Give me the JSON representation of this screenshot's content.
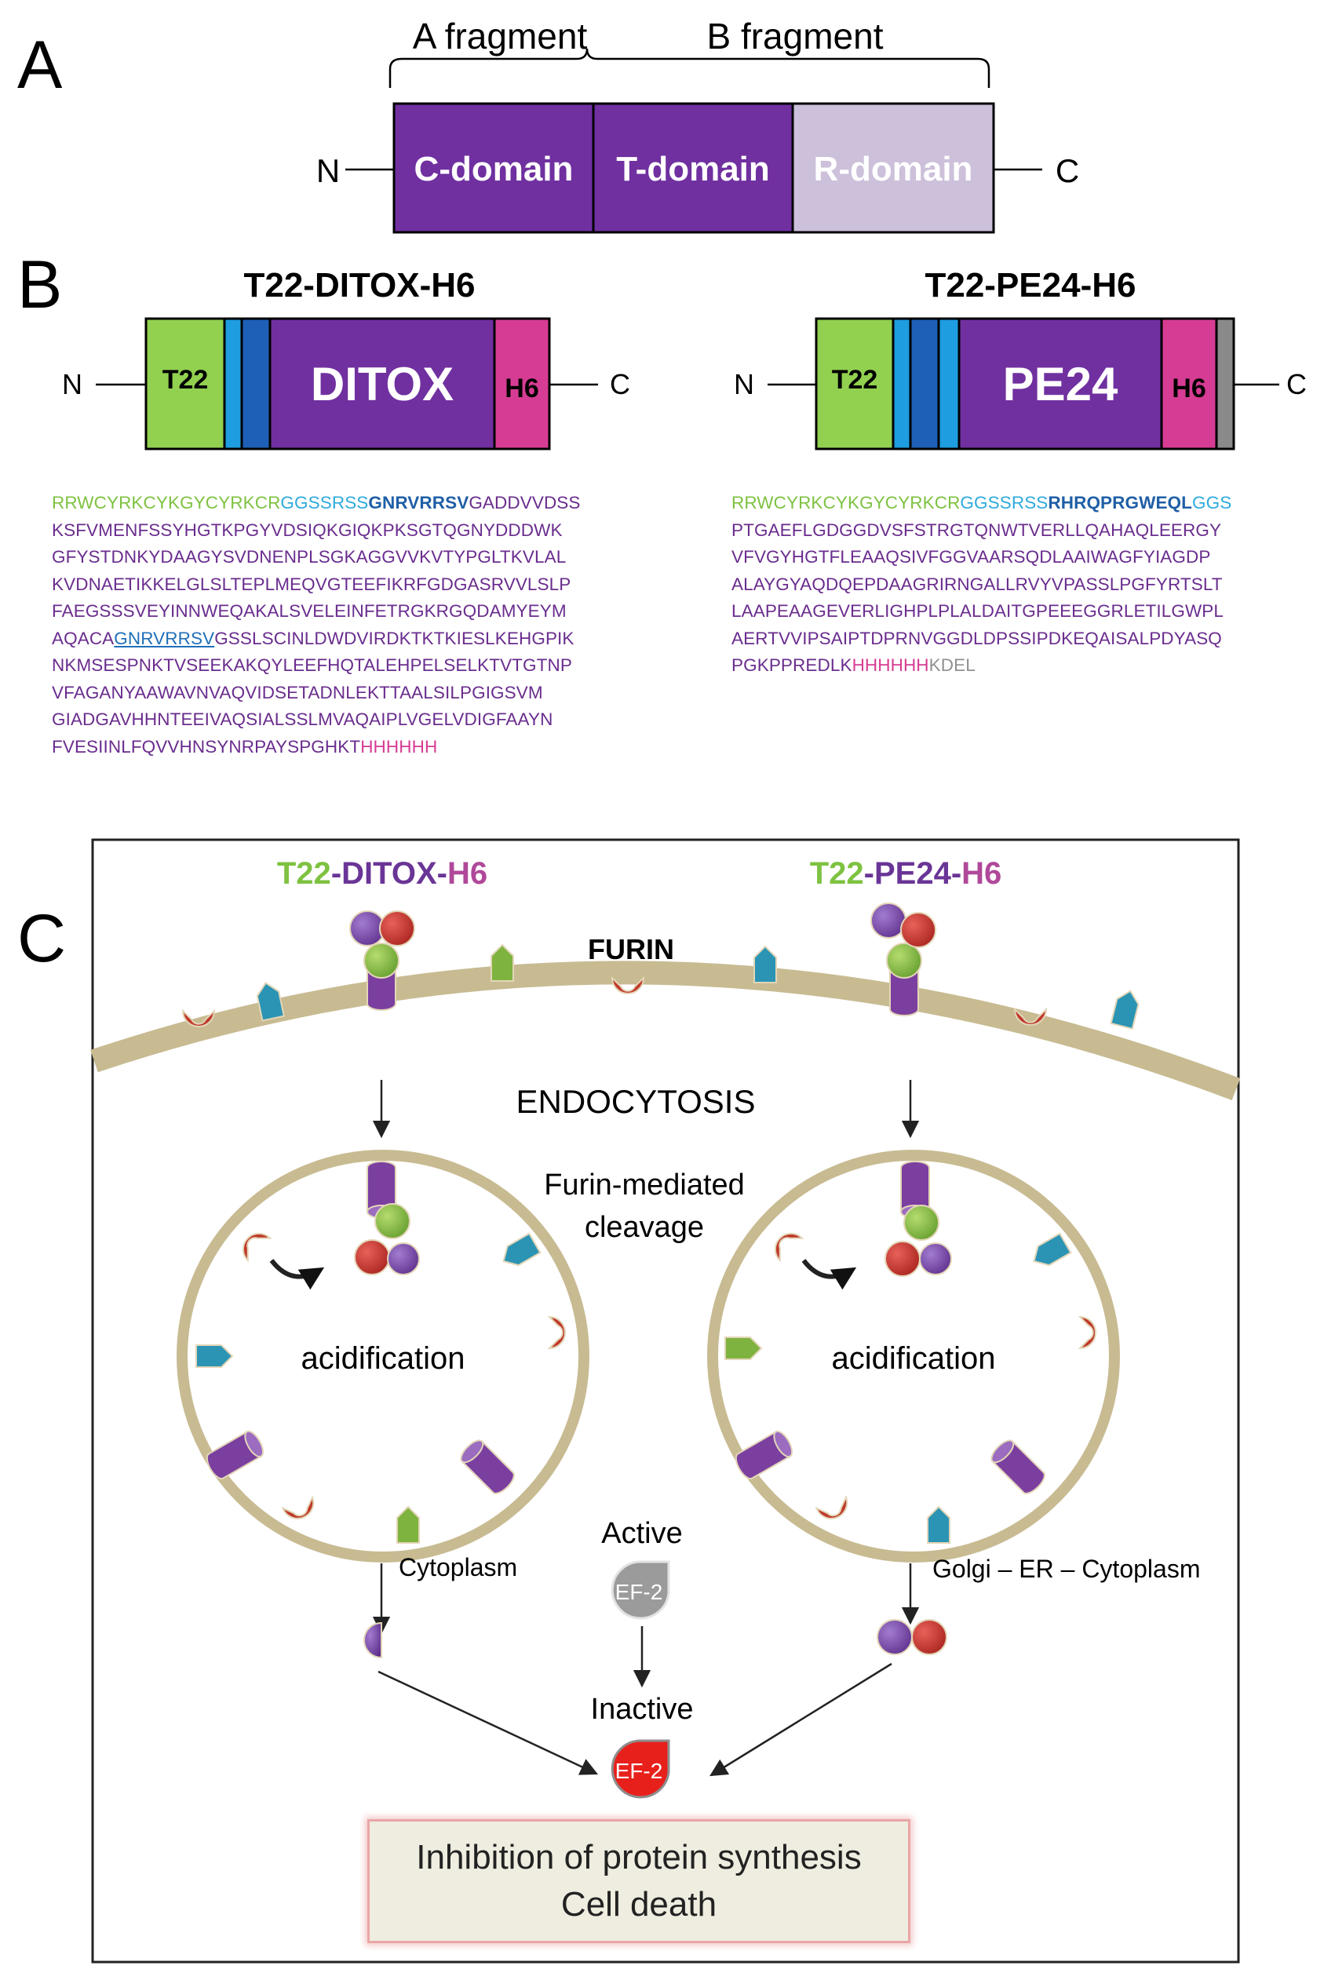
{
  "panel_labels": {
    "a": "A",
    "b": "B",
    "c": "C"
  },
  "panel_a": {
    "a_fragment": "A fragment",
    "b_fragment": "B fragment",
    "n": "N",
    "c": "C",
    "c_domain": "C-domain",
    "t_domain": "T-domain",
    "r_domain": "R-domain"
  },
  "panel_b": {
    "ditox": {
      "title": "T22-DITOX-H6",
      "n": "N",
      "c": "C",
      "t22": "T22",
      "body": "DITOX",
      "h6": "H6",
      "sequence": [
        [
          "RRWCYRKCYKGYCYRKCR",
          "GGSSRSS",
          "GNRVRRSV",
          "GADDVVDSS"
        ],
        [
          "KSFVMENFSSYHGTKPGYVDSIQKGIQKPKSGTQGNYDDDWK"
        ],
        [
          "GFYSTDNKYDAAGYSVDNENPLSGKAGGVVKVTYPGLTKVLAL"
        ],
        [
          "KVDNAETIKKELGLSLTEPLMEQVGTEEFIKRFGDGASRVVLSLP"
        ],
        [
          "FAEGSSSVEYINNWEQAKALSVELEINFETRGKRGQDAMYEYM"
        ],
        [
          "AQACA",
          "GNRVRRSV",
          "GSSLSCINLDWDVIRDKTKTKIESLKEHGPIK"
        ],
        [
          "NKMSESPNKTVSEEKAKQYLEEFHQTALEHPELSELKTVTGTNP"
        ],
        [
          "VFAGANYAAWAVNVAQVIDSETADNLEKTTAALSILPGIGSVM"
        ],
        [
          "GIADGAVHHNTEEIVAQSIALSSLMVAQAIPLVGELVDIGFAAYN"
        ],
        [
          "FVESIINLFQVVHNSYNRPAYSPGHKT",
          "HHHHHH"
        ]
      ]
    },
    "pe24": {
      "title": "T22-PE24-H6",
      "n": "N",
      "c": "C",
      "t22": "T22",
      "body": "PE24",
      "h6": "H6",
      "sequence": [
        [
          "RRWCYRKCYKGYCYRKCR",
          "GGSSRSS",
          "RHRQPRGWEQL",
          "GGS"
        ],
        [
          "PTGAEFLGDGGDVSFSTRGTQNWTVERLLQAHAQLEERGY"
        ],
        [
          "VFVGYHGTFLEAAQSIVFGGVAARSQDLAAIWAGFYIAGDP"
        ],
        [
          "ALAYGYAQDQEPDAAGRIRNGALLRVYVPASSLPGFYRTSLT"
        ],
        [
          "LAAPEAAGEVERLIGHPLPLALDAITGPEEEGGRLETILGWPL"
        ],
        [
          "AERTVVIPSAIPTDPRNVGGDLDPSSIPDKEQAISALPDYASQ"
        ],
        [
          "PGKPPREDLK",
          "HHHHHH",
          "KDEL"
        ]
      ]
    }
  },
  "panel_c": {
    "left_construct": [
      "T22",
      "-DITOX-",
      "H6"
    ],
    "right_construct": [
      "T22",
      "-PE24-",
      "H6"
    ],
    "furin": "FURIN",
    "endocytosis": "ENDOCYTOSIS",
    "cleavage_1": "Furin-mediated",
    "cleavage_2": "cleavage",
    "acid_left": "acidification",
    "acid_right": "acidification",
    "cytoplasm": "Cytoplasm",
    "golgi": "Golgi – ER – Cytoplasm",
    "active": "Active",
    "inactive": "Inactive",
    "ef2_active": "EF-2",
    "ef2_inactive": "EF-2",
    "result_1": "Inhibition of protein synthesis",
    "result_2": "Cell death"
  },
  "colors": {
    "purple": "#7030a0",
    "lavender": "#ccc0da",
    "green": "#92d050",
    "blue": "#1f9ee0",
    "magenta": "#d63c93",
    "red": "#c0392b",
    "teal": "#2b94b4",
    "membrane": "#c8bb92"
  }
}
